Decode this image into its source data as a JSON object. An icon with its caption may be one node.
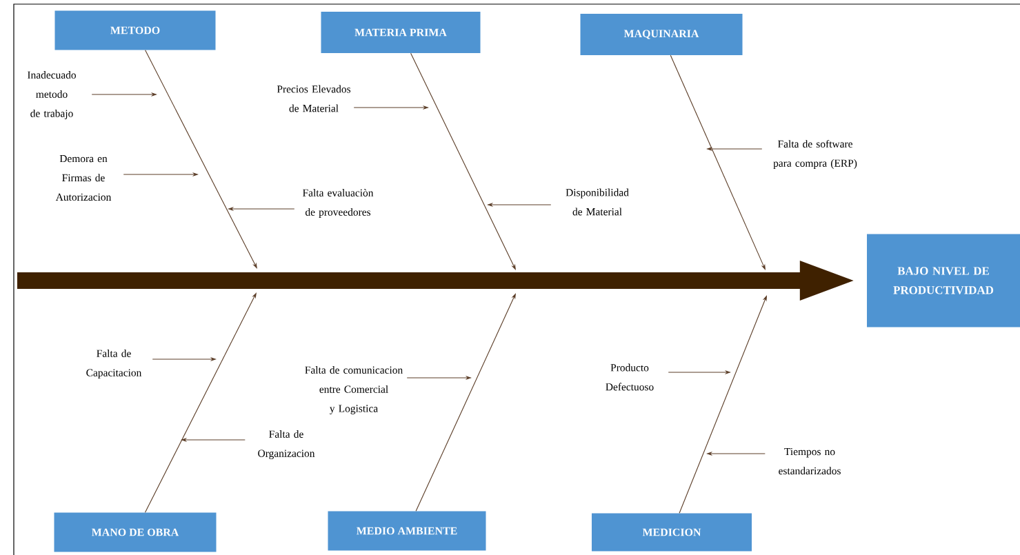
{
  "diagram": {
    "nodes": [
      {
        "text": [
          "METODO"
        ]
      },
      {
        "text": [
          "MATERIA PRIMA"
        ]
      },
      {
        "text": [
          "MAQUINARIA"
        ]
      },
      {
        "text": [
          "MANO DE OBRA"
        ]
      },
      {
        "text": [
          "MEDIO AMBIENTE"
        ]
      },
      {
        "text": [
          "MEDICION"
        ]
      },
      {
        "text": [
          "BAJO NIVEL DE PRODUCTIVIDAD"
        ]
      },
      {
        "text": [
          "Inadecuado metodo de trabajo"
        ]
      },
      {
        "text": [
          "Demora en Firmas de Autorizacion"
        ]
      },
      {
        "text": [
          "Falta evaluaciòn de proveedores"
        ]
      },
      {
        "text": [
          "Precios Elevados de Material"
        ]
      },
      {
        "text": [
          "Disponibilidad de Material"
        ]
      },
      {
        "text": [
          "Falta de software para compra (ERP)"
        ]
      },
      {
        "text": [
          "Falta de Capacitacion"
        ]
      },
      {
        "text": [
          "Falta de Organizacion"
        ]
      },
      {
        "text": [
          "Falta de comunicacion entre Comercial y Logistica"
        ]
      },
      {
        "text": [
          "Producto Defectuoso"
        ]
      },
      {
        "text": [
          "Tiempos no estandarizados"
        ]
      }
    ],
    "edges": [
      {
        "from": null,
        "to": 6,
        "arrow": "to",
        "style": "thick",
        "color": "#3f2100"
      },
      {
        "from": 0,
        "to": null,
        "arrow": "to"
      },
      {
        "from": 1,
        "to": null,
        "arrow": "to"
      },
      {
        "from": 2,
        "to": null,
        "arrow": "to"
      },
      {
        "from": 3,
        "to": null,
        "arrow": "to"
      },
      {
        "from": 4,
        "to": null,
        "arrow": "to"
      },
      {
        "from": 5,
        "to": null,
        "arrow": "to"
      },
      {
        "from": 7,
        "to": null,
        "arrow": "to"
      },
      {
        "from": 8,
        "to": null,
        "arrow": "to"
      },
      {
        "from": 9,
        "to": null,
        "arrow": "to"
      },
      {
        "from": 10,
        "to": null,
        "arrow": "to"
      },
      {
        "from": 11,
        "to": null,
        "arrow": "to"
      },
      {
        "from": 12,
        "to": null,
        "arrow": "to"
      },
      {
        "from": 13,
        "to": null,
        "arrow": "to"
      },
      {
        "from": 14,
        "to": null,
        "arrow": "to"
      },
      {
        "from": 15,
        "to": null,
        "arrow": "to"
      },
      {
        "from": 16,
        "to": null,
        "arrow": "to"
      },
      {
        "from": 17,
        "to": null,
        "arrow": "to"
      }
    ]
  }
}
